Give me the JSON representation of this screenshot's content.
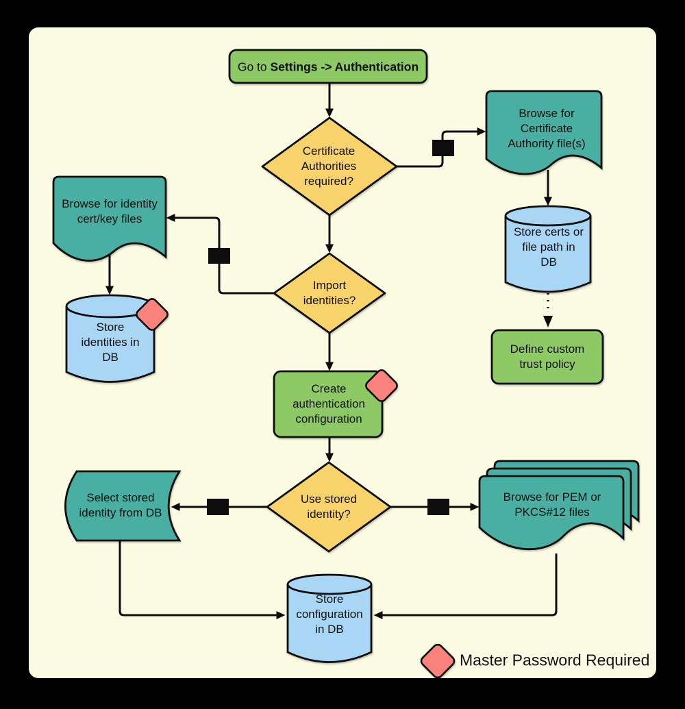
{
  "colors": {
    "frame": "#000000",
    "ivory": "#FBFBE3",
    "green": "#8DC965",
    "yellow": "#F8D26A",
    "teal": "#48AFA2",
    "blue": "#A8D6F4",
    "salmon": "#F9837C",
    "line": "#0D0D0D"
  },
  "nodes": {
    "start": {
      "prefix": "Go to ",
      "bold": "Settings -> Authentication"
    },
    "decision_ca": {
      "label": "Certificate\nAuthorities\nrequired?"
    },
    "doc_browse_ca": {
      "label": "Browse for\nCertificate\nAuthority file(s)"
    },
    "db_store_certs": {
      "label": "Store certs or\nfile path in\nDB"
    },
    "define_trust_policy": {
      "label": "Define custom\ntrust policy"
    },
    "doc_browse_identity": {
      "label": "Browse for identity\ncert/key files"
    },
    "db_store_identities": {
      "label": "Store\nidentities in\nDB"
    },
    "decision_import": {
      "label": "Import\nidentities?"
    },
    "create_auth_config": {
      "label": "Create\nauthentication\nconfiguration"
    },
    "decision_use_stored": {
      "label": "Use stored\nidentity?"
    },
    "stored_select_identity": {
      "label": "Select stored\nidentity from DB"
    },
    "doc_browse_pem": {
      "label": "Browse for PEM or\nPKCS#12 files"
    },
    "db_store_config": {
      "label": "Store\nconfiguration\nin DB"
    }
  },
  "legend": {
    "label": "Master Password Required"
  }
}
